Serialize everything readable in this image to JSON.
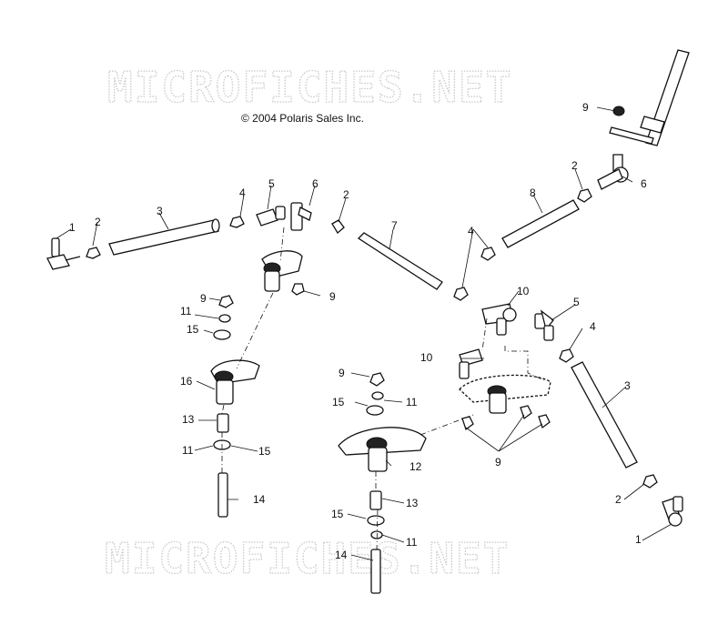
{
  "watermark": {
    "text": "MICROFICHES.NET"
  },
  "copyright": "© 2004 Polaris Sales Inc.",
  "callouts": {
    "c1a": "1",
    "c2a": "2",
    "c3a": "3",
    "c4a": "4",
    "c5a": "5",
    "c6a": "6",
    "c2b": "2",
    "c7": "7",
    "c2c": "2",
    "c8": "8",
    "c9a": "9",
    "c6b": "6",
    "c4b": "4",
    "c10a": "10",
    "c9b": "9",
    "c11a": "11",
    "c15a": "15",
    "c16": "16",
    "c13a": "13",
    "c11b": "11",
    "c15b": "15",
    "c14a": "14",
    "c9c": "9",
    "c15c": "15",
    "c11c": "11",
    "c10b": "10",
    "c12": "12",
    "c9d": "9",
    "c13b": "13",
    "c15d": "15",
    "c11d": "11",
    "c14b": "14",
    "c5b": "5",
    "c4c": "4",
    "c3b": "3",
    "c2d": "2",
    "c1b": "1",
    "c9e": "9"
  }
}
